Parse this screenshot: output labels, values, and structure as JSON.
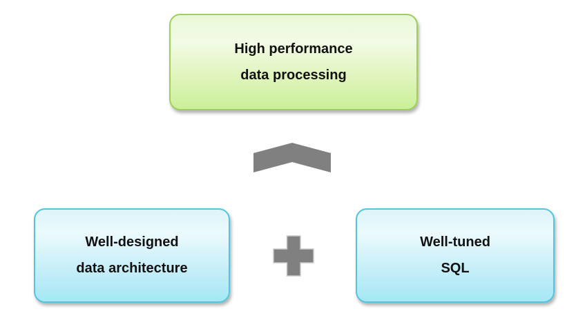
{
  "diagram": {
    "result_box": {
      "line1": "High performance",
      "line2": "data processing"
    },
    "component_boxes": [
      {
        "id": "well-designed-box",
        "line1": "Well-designed",
        "line2": "data architecture"
      },
      {
        "id": "well-tuned-box",
        "line1": "Well-tuned",
        "line2": "SQL"
      }
    ],
    "operators": [
      {
        "icon": "chevron-up-icon",
        "meaning": "results-from"
      },
      {
        "icon": "plus-icon",
        "meaning": "combined-with"
      }
    ],
    "colors": {
      "background": "#ffffff",
      "text": "#111111",
      "result_fill_top": "#e9f8d6",
      "result_fill_bottom": "#cbf098",
      "result_border": "#9ecf58",
      "component_fill_top": "#ddf4fa",
      "component_fill_bottom": "#a5e8f5",
      "component_border": "#55c3dc",
      "operator_gray": "#808080",
      "plus_outline": "#c9c9c9"
    }
  }
}
